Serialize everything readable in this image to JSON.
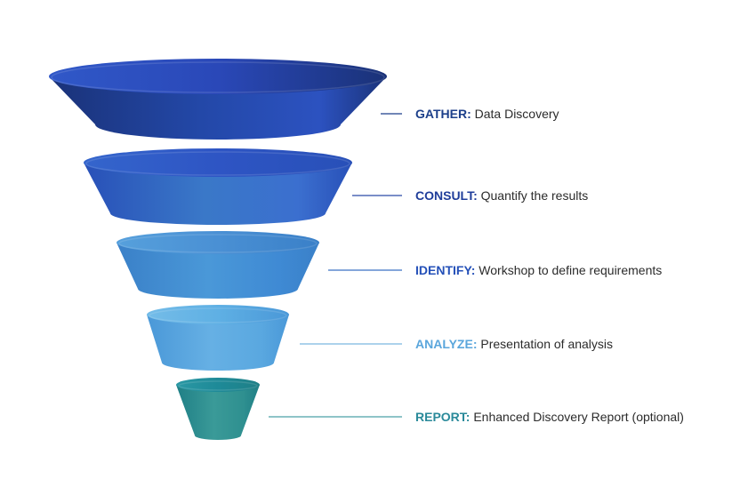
{
  "stages": [
    {
      "title": "GATHER:",
      "description": "Data Discovery",
      "title_color": "#1c3f8a",
      "body_dark": "#1a3278",
      "body_mid": "#2348a8",
      "body_light": "#2c52c0",
      "top_color": "#2a48b8",
      "top_inner": "#3058c8",
      "connector_color": "#1c3f8a"
    },
    {
      "title": "CONSULT:",
      "description": "Quantify the results",
      "title_color": "#1f3d9a",
      "body_dark": "#2850b8",
      "body_mid": "#3a78c8",
      "body_light": "#3b6fcf",
      "top_color": "#2e55c4",
      "top_inner": "#3465cc",
      "connector_color": "#2a4aa8"
    },
    {
      "title": "IDENTIFY:",
      "description": "Workshop to define requirements",
      "title_color": "#2450b8",
      "body_dark": "#3a80c8",
      "body_mid": "#4a98d8",
      "body_light": "#3f8ad4",
      "top_color": "#4a90d4",
      "top_inner": "#56a0dc",
      "connector_color": "#3a70c4"
    },
    {
      "title": "ANALYZE:",
      "description": "Presentation of analysis",
      "title_color": "#5aa6dc",
      "body_dark": "#4a98d8",
      "body_mid": "#66b0e4",
      "body_light": "#5aa8e0",
      "top_color": "#5fb0e4",
      "top_inner": "#74bce8",
      "connector_color": "#7ab8e0"
    },
    {
      "title": "REPORT:",
      "description": "Enhanced Discovery Report (optional)",
      "title_color": "#2a8a9a",
      "body_dark": "#1f7f86",
      "body_mid": "#3a9a98",
      "body_light": "#2f9090",
      "top_color": "#1e8a98",
      "top_inner": "#2a98a4",
      "connector_color": "#4aa0a8"
    }
  ]
}
